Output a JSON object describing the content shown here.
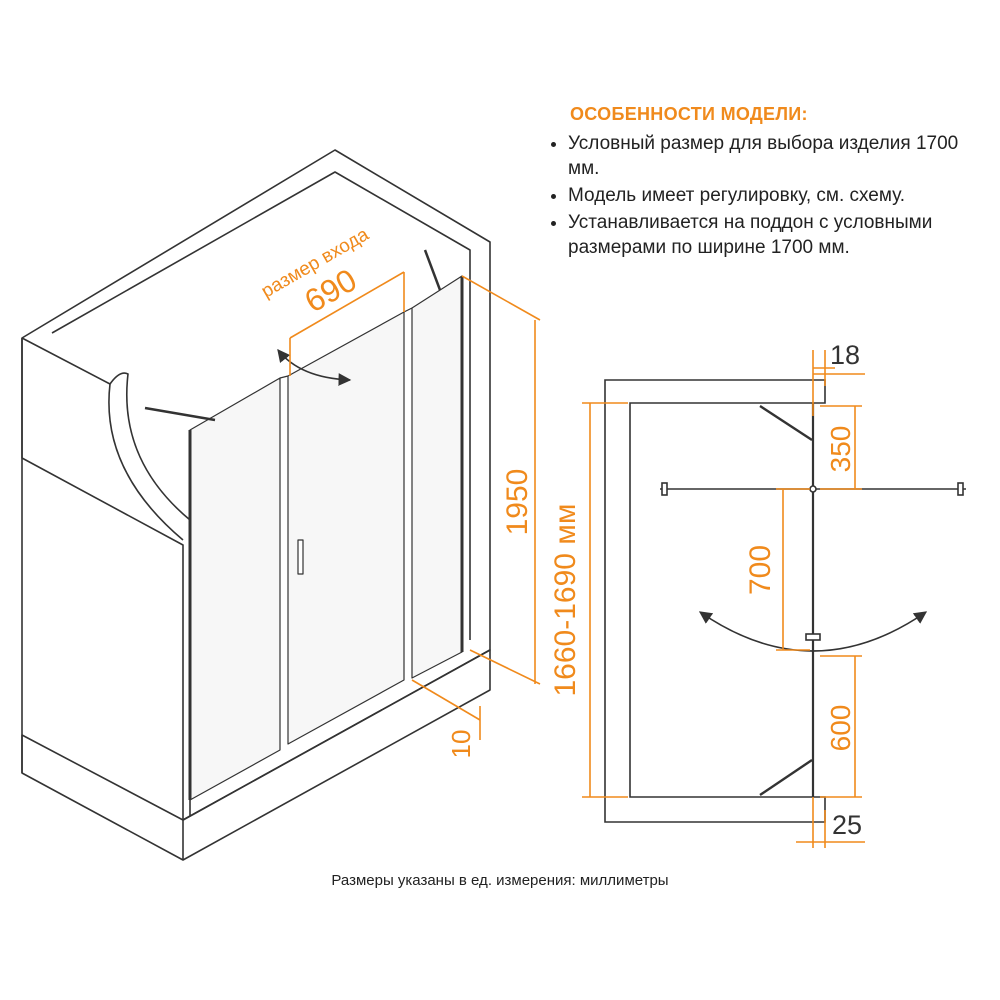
{
  "features": {
    "title": "ОСОБЕННОСТИ МОДЕЛИ:",
    "items": [
      "Условный размер для выбора изделия 1700 мм.",
      "Модель имеет регулировку, см. схему.",
      "Устанавливается на поддон с условными размерами по ширине 1700 мм."
    ]
  },
  "iso": {
    "entry_label": "размер входа",
    "entry_width": "690",
    "height": "1950",
    "gap": "10"
  },
  "plan": {
    "wall_thickness_top": "18",
    "top_segment": "350",
    "door_width": "700",
    "bottom_segment": "600",
    "wall_thickness_bottom": "25",
    "overall_length": "1660-1690 мм"
  },
  "footnote": "Размеры указаны в ед. измерения: миллиметры",
  "colors": {
    "accent": "#f08a1c",
    "line": "#333333"
  }
}
